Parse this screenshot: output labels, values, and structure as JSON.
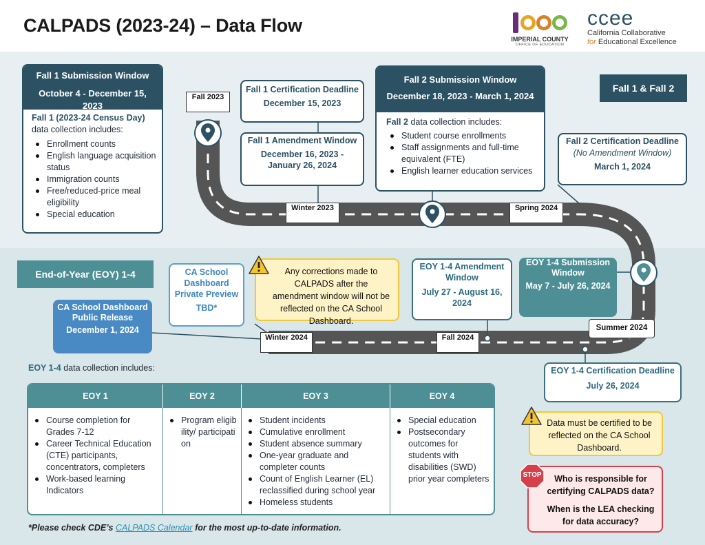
{
  "header": {
    "title": "CALPADS (2023-24) – Data Flow",
    "icoe": {
      "letters": "icoe",
      "line1": "IMPERIAL COUNTY",
      "line2": "OFFICE OF EDUCATION"
    },
    "ccee": {
      "letters": "ccee",
      "line1": "California Collaborative",
      "line2_a": "for",
      "line2_b": "Educational Excellence"
    }
  },
  "fall1_window": {
    "title": "Fall 1 Submission Window",
    "dates": "October 4 - December 15, 2023",
    "intro_bold": "Fall 1 (2023-24 Census Day)",
    "intro_rest": "data collection includes:",
    "items": [
      "Enrollment counts",
      "English language acquisition status",
      "Immigration counts",
      "Free/reduced-price meal eligibility",
      "Special education"
    ]
  },
  "fall1_cert": {
    "title": "Fall 1 Certification Deadline",
    "date": "December 15, 2023"
  },
  "fall1_amend": {
    "title": "Fall 1 Amendment Window",
    "dates": "December 16, 2023 - January 26, 2024"
  },
  "fall2_window": {
    "title": "Fall 2 Submission Window",
    "dates": "December 18, 2023 - March 1, 2024",
    "intro_bold": "Fall 2",
    "intro_rest": "data collection includes:",
    "items": [
      "Student course enrollments",
      "Staff assignments and full-time equivalent (FTE)",
      "English learner education services"
    ]
  },
  "fall_badge": "Fall 1 & Fall 2",
  "fall2_cert": {
    "title": "Fall 2 Certification Deadline",
    "note": "(No Amendment Window)",
    "date": "March 1, 2024"
  },
  "road_labels": {
    "fall2023": "Fall 2023",
    "winter2023": "Winter 2023",
    "spring2024": "Spring 2024",
    "summer2024": "Summer 2024",
    "fall2024": "Fall 2024",
    "winter2024": "Winter 2024"
  },
  "eoy_badge": "End-of-Year (EOY) 1-4",
  "dash_preview": {
    "title": "CA School Dashboard Private Preview",
    "date": "TBD*"
  },
  "dash_public": {
    "title": "CA School Dashboard Public Release",
    "date": "December 1, 2024"
  },
  "corrections_warning": "Any corrections made to CALPADS after the amendment window will not be reflected on the CA School Dashboard.",
  "eoy_amend": {
    "title": "EOY 1-4 Amendment Window",
    "dates": "July 27 - August 16, 2024"
  },
  "eoy_submit": {
    "title": "EOY 1-4 Submission Window",
    "dates": "May 7 - July 26, 2024"
  },
  "eoy_cert": {
    "title": "EOY 1-4 Certification Deadline",
    "date": "July 26, 2024"
  },
  "eoy_intro": {
    "bold": "EOY 1-4",
    "rest": "data collection includes:"
  },
  "eoy_table": {
    "headers": [
      "EOY 1",
      "EOY 2",
      "EOY 3",
      "EOY 4"
    ],
    "col1": [
      "Course completion for Grades 7-12",
      "Career Technical Education (CTE) participants, concentrators, completers",
      "Work-based learning Indicators"
    ],
    "col2": [
      "Program eligibility/ participation"
    ],
    "col3": [
      "Student incidents",
      "Cumulative enrollment",
      "Student absence summary",
      "One-year graduate and completer counts",
      "Count of English Learner (EL) reclassified during school year",
      "Homeless students"
    ],
    "col4": [
      "Special education",
      "Postsecondary outcomes for students with disabilities (SWD) prior year completers"
    ]
  },
  "certify_warning": "Data must be certified to be reflected on the CA School Dashboard.",
  "stop": {
    "sign": "STOP",
    "q1": "Who is responsible for certifying CALPADS data?",
    "q2": "When is the LEA checking for data accuracy?"
  },
  "footnote": {
    "prefix": "*Please check CDE’s",
    "link": "CALPADS Calendar",
    "suffix": "for the most up-to-date information."
  },
  "colors": {
    "dark_teal": "#2b5163",
    "teal": "#4d8f95",
    "blue": "#3f7fa8",
    "road": "#555555",
    "warn_fill": "#fdf3c7",
    "stop_red": "#d5414a"
  }
}
